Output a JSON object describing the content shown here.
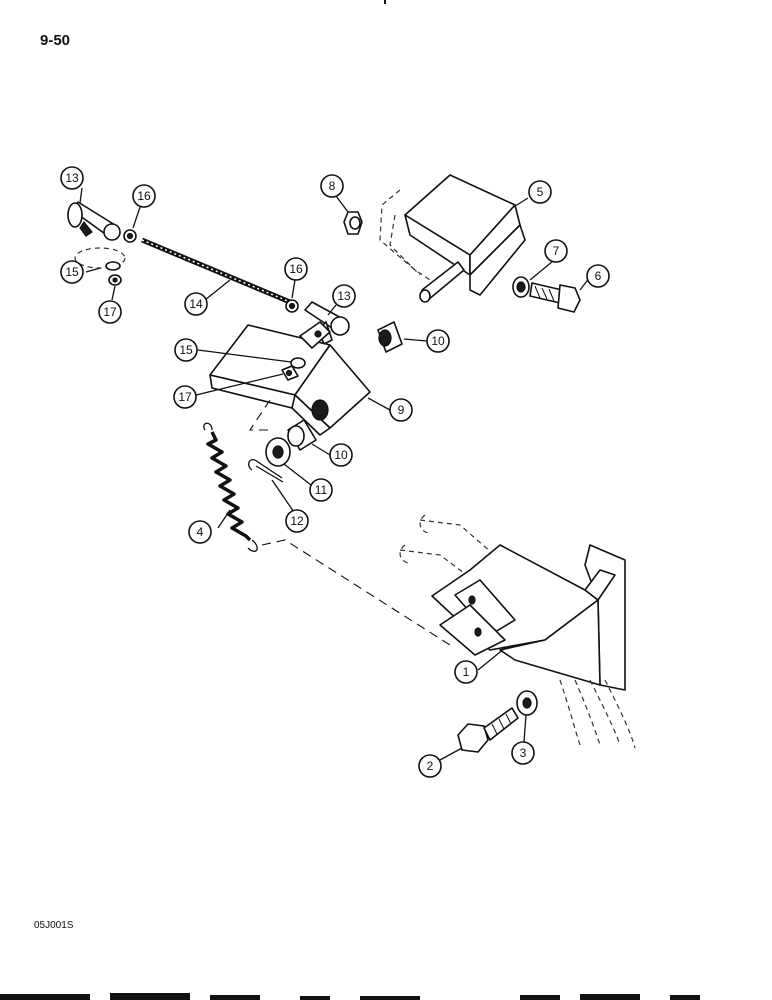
{
  "page_number": "9-50",
  "figure_code": "05J001S",
  "callouts": [
    "13",
    "16",
    "8",
    "5",
    "15",
    "17",
    "14",
    "16",
    "13",
    "7",
    "6",
    "10",
    "15",
    "17",
    "9",
    "10",
    "11",
    "4",
    "12",
    "1",
    "2",
    "3"
  ]
}
